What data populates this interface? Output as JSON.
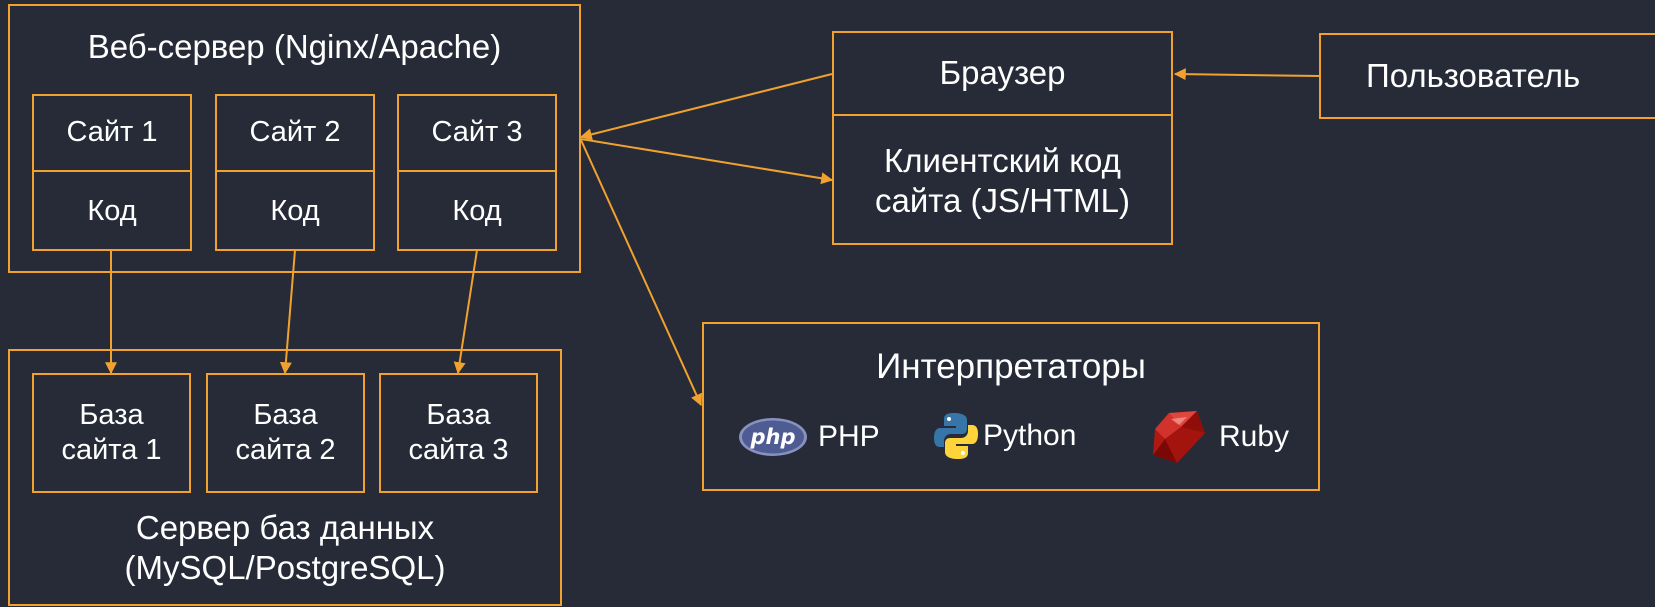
{
  "colors": {
    "background": "#262b37",
    "border": "#f1a22e",
    "text": "#ffffff"
  },
  "web_server": {
    "title": "Веб-сервер (Nginx/Apache)",
    "sites": [
      {
        "name": "Сайт 1",
        "code": "Код"
      },
      {
        "name": "Сайт 2",
        "code": "Код"
      },
      {
        "name": "Сайт 3",
        "code": "Код"
      }
    ]
  },
  "db_server": {
    "title": "Сервер баз данных\n(MySQL/PostgreSQL)",
    "databases": [
      "База\nсайта 1",
      "База\nсайта 2",
      "База\nсайта 3"
    ]
  },
  "browser": {
    "title": "Браузер",
    "client_code": "Клиентский код\nсайта (JS/HTML)"
  },
  "user": {
    "title": "Пользователь"
  },
  "interpreters": {
    "title": "Интерпретаторы",
    "languages": [
      {
        "name": "PHP",
        "logo_text": "php",
        "icon": "php-logo-icon"
      },
      {
        "name": "Python",
        "icon": "python-logo-icon"
      },
      {
        "name": "Ruby",
        "icon": "ruby-logo-icon"
      }
    ]
  }
}
